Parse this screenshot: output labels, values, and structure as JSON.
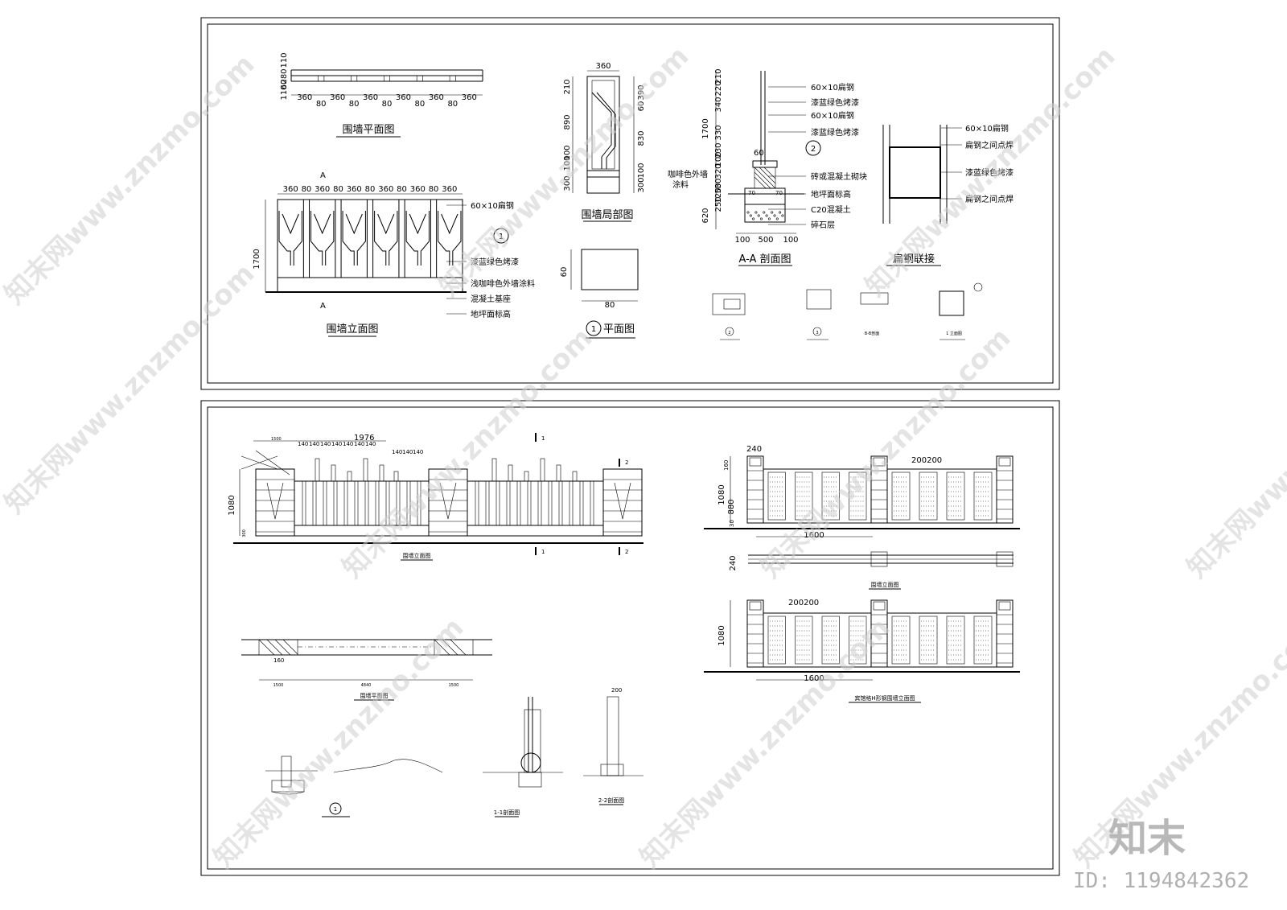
{
  "sheet_top": {
    "plan": {
      "title": "围墙平面图",
      "dims_bottom": [
        "360",
        "80",
        "360",
        "80",
        "360",
        "80",
        "360",
        "80",
        "360",
        "80",
        "360"
      ],
      "dims_left": [
        "110",
        "280",
        "60",
        "110"
      ]
    },
    "elevation": {
      "title": "围墙立面图",
      "dims_top": [
        "360",
        "80",
        "360",
        "80",
        "360",
        "80",
        "360",
        "80",
        "360",
        "80",
        "360"
      ],
      "height": "1700",
      "section_mark": "A",
      "callout": "1",
      "notes": [
        "60×10扁钢",
        "漆蓝绿色烤漆",
        "浅咖啡色外墙涂料",
        "混凝土基座",
        "地坪面标高"
      ]
    },
    "detail": {
      "title": "围墙局部图",
      "width": "360",
      "dims_left": [
        "210",
        "890",
        "100",
        "100",
        "300"
      ],
      "dims_right": [
        "390",
        "60",
        "830",
        "100",
        "300"
      ]
    },
    "plan_1": {
      "title": "平面图",
      "callout": "1",
      "w": "80",
      "h": "60"
    },
    "section_aa": {
      "title": "A-A 剖面图",
      "dims_left": [
        "210",
        "220",
        "1700",
        "340",
        "330",
        "230",
        "100",
        "320",
        "30",
        "50",
        "250",
        "620",
        "120"
      ],
      "dims_bottom": [
        "100",
        "500",
        "100"
      ],
      "dim_60": "60",
      "callout": "2",
      "notes": [
        "60×10扁钢",
        "漆蓝绿色烤漆",
        "60×10扁钢",
        "漆蓝绿色烤漆",
        "砖或混凝土砌块",
        "地坪面标高",
        "C20混凝土",
        "碎石层"
      ],
      "left_notes": [
        "咖啡色外墙",
        "涂料"
      ],
      "small": [
        "70",
        "70"
      ]
    },
    "flat_steel": {
      "title": "扁钢联接",
      "notes": [
        "60×10扁钢",
        "扁钢之间点焊",
        "漆蓝绿色烤漆",
        "扁钢之间点焊"
      ]
    },
    "mini": {
      "labels": [
        "2",
        "3",
        "B-B剖面",
        "1 立面图"
      ]
    }
  },
  "sheet_bottom": {
    "elev_left": {
      "title": "围墙立面图",
      "dims": [
        "1976",
        "1500",
        "140",
        "140",
        "140",
        "140",
        "140",
        "140",
        "140",
        "140",
        "140",
        "140",
        "140",
        "140"
      ],
      "height": "1080",
      "base": "300",
      "marks": [
        "1",
        "2",
        "1",
        "2"
      ]
    },
    "plan_left": {
      "title": "围墙平面图",
      "dims": [
        "1500",
        "4840",
        "1500"
      ],
      "d160": "160"
    },
    "section_1": {
      "callout": "1"
    },
    "section_11": {
      "title": "1-1剖面图"
    },
    "section_22": {
      "title": "2-2剖面图",
      "d200": "200"
    },
    "elev_right_1": {
      "title": "围墙立面图",
      "d240": "240",
      "d160": "160",
      "d200": "200200",
      "h1080": "1080",
      "h880": "880",
      "d30": "30",
      "w1600": "1600",
      "plan_240": "240"
    },
    "elev_right_2": {
      "title": "宾馆格H形钢围墙立面图",
      "d200": "200200",
      "h1080": "1080",
      "w1600": "1600"
    }
  },
  "watermark": {
    "text": "知末网www.znzmo.com",
    "logo": "知末",
    "id": "ID: 1194842362"
  }
}
